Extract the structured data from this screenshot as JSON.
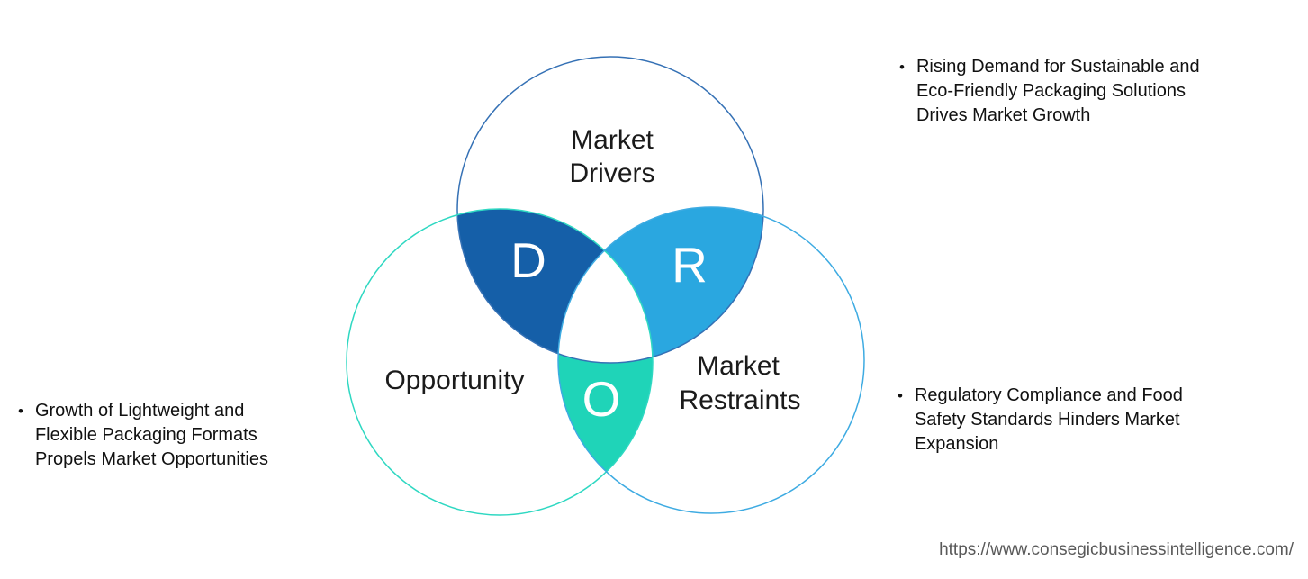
{
  "venn": {
    "circles": [
      {
        "name": "market-drivers",
        "label_lines": [
          "Market",
          "Drivers"
        ],
        "outline_color": "#3571b5"
      },
      {
        "name": "opportunity",
        "label_lines": [
          "Opportunity"
        ],
        "outline_color": "#2fd8c2"
      },
      {
        "name": "market-restraints",
        "label_lines": [
          "Market",
          "Restraints"
        ],
        "outline_color": "#3eabe2"
      }
    ],
    "regions": [
      {
        "letter": "D",
        "fill_color": "#155fa8"
      },
      {
        "letter": "R",
        "fill_color": "#2aa7e0"
      },
      {
        "letter": "O",
        "fill_color": "#1fd4b8"
      }
    ]
  },
  "bullets": [
    {
      "marker": "•",
      "lines": [
        "Rising Demand for Sustainable and",
        "Eco-Friendly Packaging Solutions",
        "Drives Market Growth"
      ]
    },
    {
      "marker": "•",
      "lines": [
        "Growth of Lightweight and",
        "Flexible Packaging Formats",
        "Propels Market Opportunities"
      ]
    },
    {
      "marker": "•",
      "lines": [
        "Regulatory Compliance and Food",
        "Safety Standards Hinders Market",
        "Expansion"
      ]
    }
  ],
  "footer": {
    "url": "https://www.consegicbusinessintelligence.com/"
  }
}
